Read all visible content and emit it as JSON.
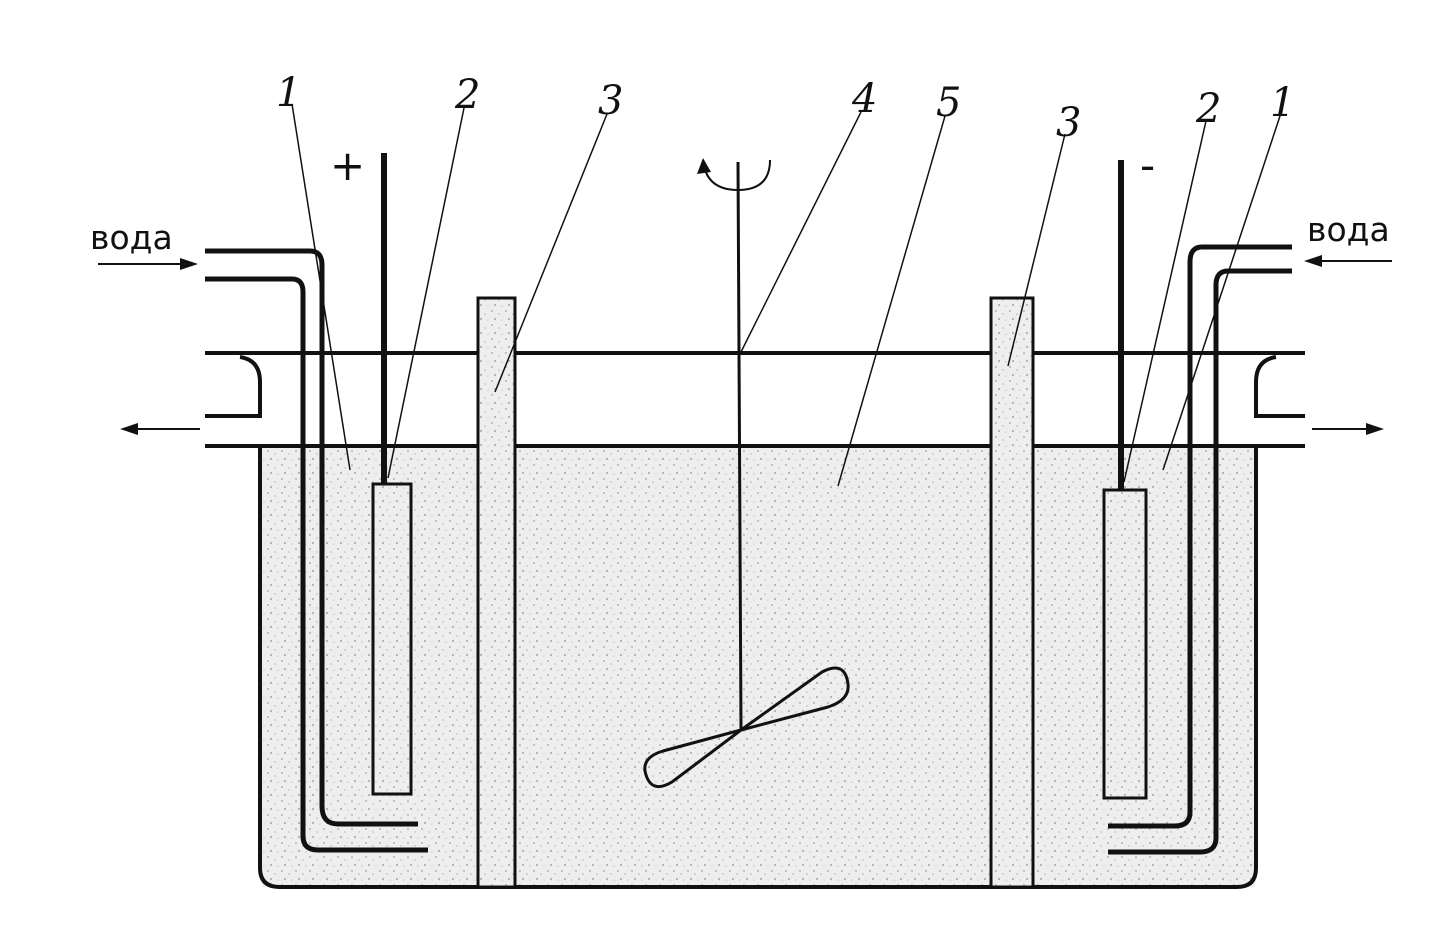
{
  "labels": {
    "jacket_left": "1",
    "anode_electrode": "2",
    "diaphragm_left": "3",
    "stirrer": "4",
    "electrolyte": "5",
    "diaphragm_right": "3",
    "cathode_electrode": "2",
    "jacket_right": "1"
  },
  "signs": {
    "plus": "+",
    "minus": "-"
  },
  "water": {
    "left": "вода",
    "right": "вода"
  },
  "colors": {
    "ink": "#111111",
    "fill_stipple": "#d8d8d8",
    "background": "#ffffff"
  }
}
